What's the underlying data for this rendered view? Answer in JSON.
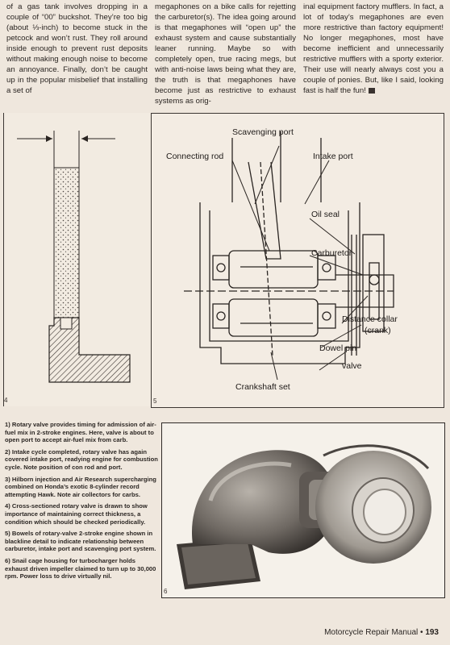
{
  "columns": {
    "col1": "of a gas tank involves dropping in a couple of “00” buckshot. They’re too big (about ⅓-inch) to become stuck in the petcock and won’t rust. They roll around inside enough to prevent rust deposits without making enough noise to become an annoyance. Finally, don’t be caught up in the popular misbelief that installing a set of",
    "col2": "megaphones on a bike calls for rejetting the carburetor(s). The idea going around is that megaphones will “open up” the exhaust system and cause substantially leaner running. Maybe so with completely open, true racing megs, but with anti-noise laws being what they are, the truth is that megaphones have become just as restrictive to exhaust systems as orig-",
    "col3": "inal equipment factory mufflers. In fact, a lot of today’s megaphones are even more restrictive than factory equipment! No longer megaphones, most have become inefficient and unnecessarily restrictive mufflers with a sporty exterior. Their use will nearly always cost you a couple of ponies. But, like I said, looking fast is half the fun!"
  },
  "figures": {
    "fig4_number": "4",
    "fig5_number": "5",
    "fig6_number": "6",
    "fig5_labels": {
      "scavenging_port": "Scavenging port",
      "connecting_rod": "Connecting rod",
      "intake_port": "Intake port",
      "oil_seal": "Oil seal",
      "carburetor": "Carburetor",
      "distance_collar": "Distance collar",
      "crank": "(crank)",
      "dowel_pin": "Dowel pin",
      "valve": "valve",
      "crankshaft_set": "Crankshaft set"
    }
  },
  "captions": [
    "1) Rotary valve provides timing for admission of air-fuel mix in 2-stroke engines. Here, valve is about to open port to accept air-fuel mix from carb.",
    "2) Intake cycle completed, rotary valve has again covered intake port, readying engine for combustion cycle. Note position of con rod and port.",
    "3) Hilborn injection and Air Research supercharging combined on Honda’s exotic 8-cylinder record attempting Hawk. Note air collectors for carbs.",
    "4) Cross-sectioned rotary valve is drawn to show importance of maintaining correct thickness, a condition which should be checked periodically.",
    "5) Bowels of rotary-valve 2-stroke engine shown in blackline detail to indicate relationship between carburetor, intake port and scavenging port system.",
    "6) Snail cage housing for turbocharger holds exhaust driven impeller claimed to turn up to 30,000 rpm. Power loss to drive virtually nil."
  ],
  "footer": {
    "title": "Motorcycle Repair Manual •",
    "page": "193"
  }
}
